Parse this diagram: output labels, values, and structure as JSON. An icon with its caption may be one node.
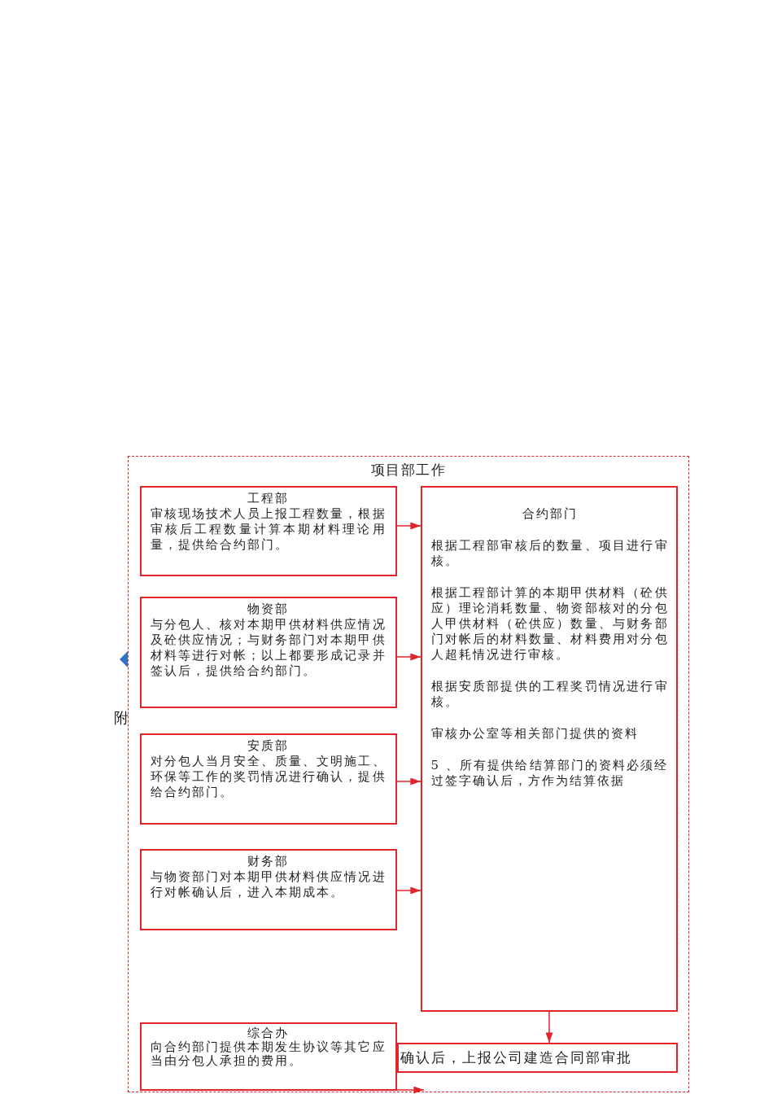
{
  "diagram": {
    "nodes": [
      {
        "text": [
          "项目部工作"
        ]
      },
      {
        "text": [
          "工程部",
          "审核现场技术人员上报工程数量，根据审核后工程数量计算本期材料理论用量，提供给合约部门。"
        ],
        "in": 0
      },
      {
        "text": [
          "物资部",
          "与分包人、核对本期甲供材料供应情况及砼供应情况；与财务部门对本期甲供材料等进行对帐；以上都要形成记录并签认后，提供给合约部门。"
        ],
        "in": 0
      },
      {
        "text": [
          "安质部",
          "对分包人当月安全、质量、文明施工、环保等工作的奖罚情况进行确认，提供给合约部门。"
        ],
        "in": 0
      },
      {
        "text": [
          "财务部",
          "与物资部门对本期甲供材料供应情况进行对帐确认后，进入本期成本。"
        ],
        "in": 0
      },
      {
        "text": [
          "合约部门",
          "根据工程部审核后的数量、项目进行审核。",
          "根据工程部计算的本期甲供材料（砼供应）理论消耗数量、物资部核对的分包人甲供材料（砼供应）数量、与财务部门对帐后的材料数量、材料费用对分包人超耗情况进行审核。",
          "根据安质部提供的工程奖罚情况进行审核。",
          "审核办公室等相关部门提供的资料",
          "5 、所有提供给结算部门的资料必须经过签字确认后，方作为结算依据"
        ],
        "in": 0
      },
      {
        "text": [
          "确认后，上报公司建造合同部审批"
        ],
        "in": 0
      },
      {
        "text": [
          "综合办",
          "向合约部门提供本期发生协议等其它应当由分包人承担的费用。"
        ],
        "in": 0
      }
    ],
    "edges": [
      {
        "from": 1,
        "to": 5,
        "arrow": "to"
      },
      {
        "from": 2,
        "to": 5,
        "arrow": "to"
      },
      {
        "from": 3,
        "to": 5,
        "arrow": "to"
      },
      {
        "from": 4,
        "to": 5,
        "arrow": "to"
      },
      {
        "from": 5,
        "to": 6,
        "arrow": "to"
      },
      {
        "from": 7,
        "to": null,
        "arrow": "to"
      }
    ],
    "labels": [
      "附"
    ]
  }
}
